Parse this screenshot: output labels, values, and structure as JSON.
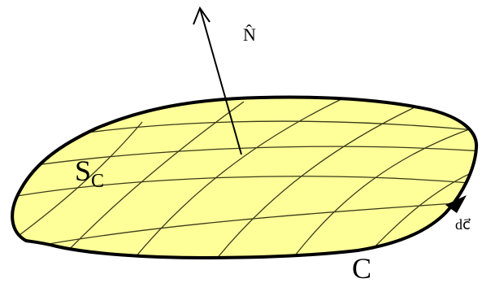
{
  "diagram": {
    "labels": {
      "normal": "N̂",
      "surface_main": "S",
      "surface_sub": "C",
      "curve": "C",
      "element": "dc⃗"
    },
    "colors": {
      "surface_fill": "#FFFF99",
      "outline": "#000000",
      "grid": "#3a3a1a",
      "background": "#FFFFFF"
    },
    "icons": {
      "normal_arrow": "arrow-up-icon",
      "direction_arrow": "arrow-right-icon"
    }
  }
}
